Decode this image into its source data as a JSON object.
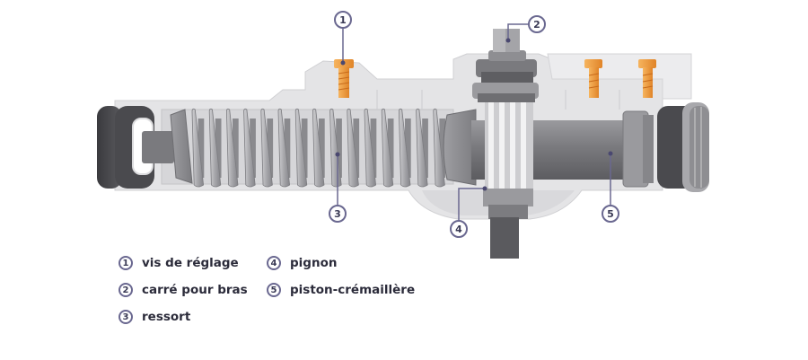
{
  "callouts": [
    {
      "number": "1",
      "label": "vis de réglage"
    },
    {
      "number": "2",
      "label": "carré pour bras"
    },
    {
      "number": "3",
      "label": "ressort"
    },
    {
      "number": "4",
      "label": "pignon"
    },
    {
      "number": "5",
      "label": "piston-crémaillère"
    }
  ],
  "colors": {
    "housing_fill": "#e4e4e6",
    "housing_outline": "#c9c9cc",
    "metal_dark": "#5e5e62",
    "metal_mid": "#8e8e92",
    "metal_light": "#c2c2c5",
    "spring": "#a9a9ad",
    "screw": "#f09a3a",
    "callout_stroke": "#6a6890",
    "text": "#2b2b3a"
  }
}
